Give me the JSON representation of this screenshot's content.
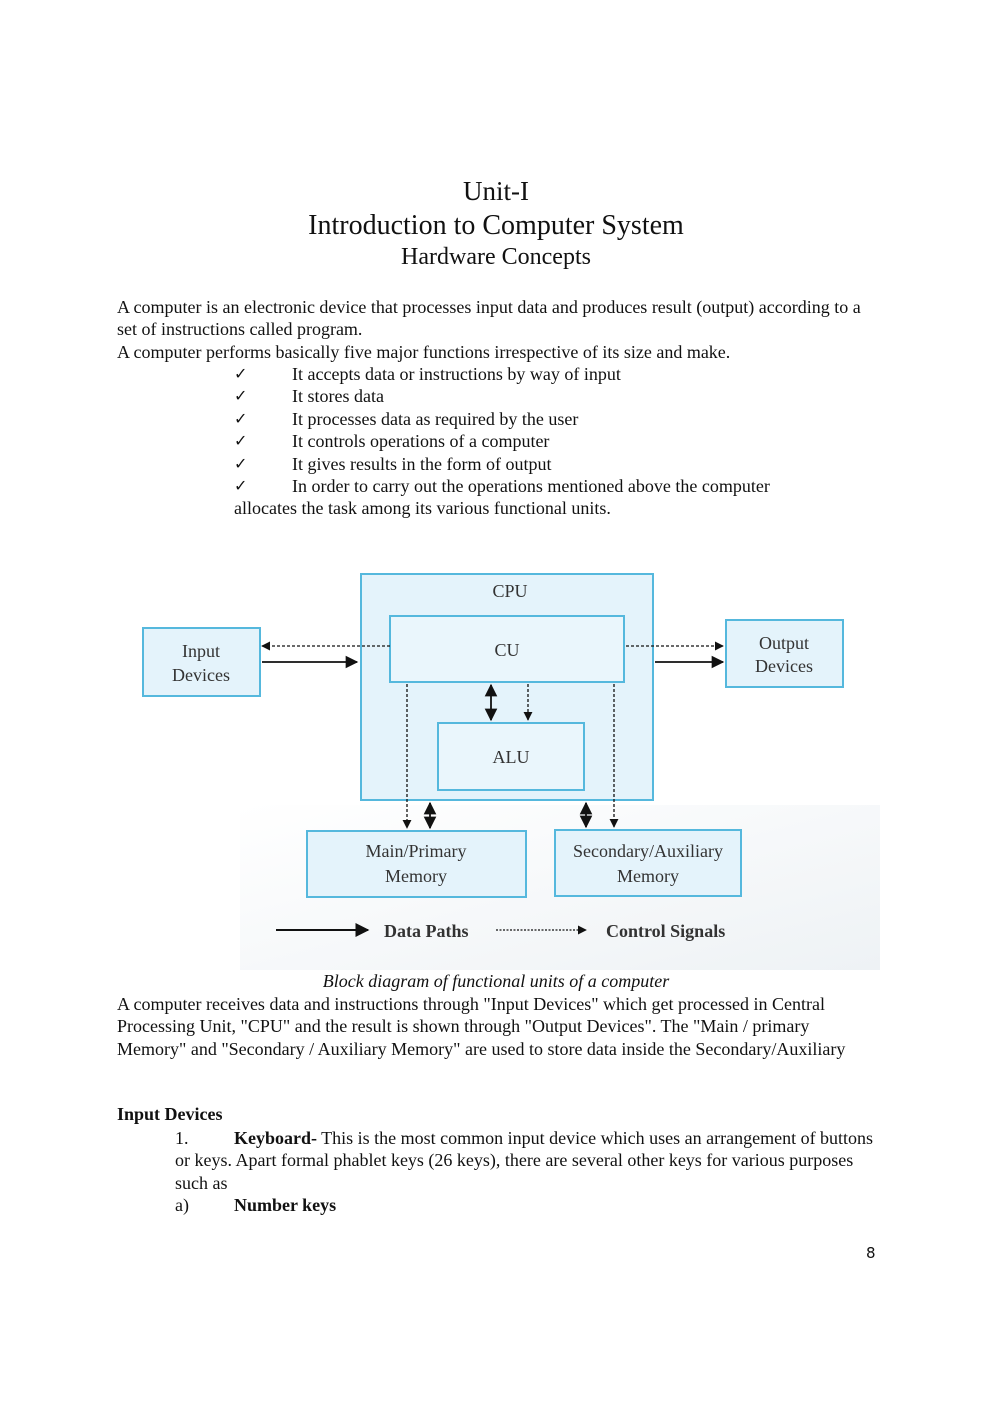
{
  "header": {
    "unit": "Unit-I",
    "title": "Introduction to Computer System",
    "subtitle": "Hardware Concepts"
  },
  "intro": {
    "line1": "A computer is an electronic device that processes input data and produces result (output) according to a set of instructions called program.",
    "line2": "A computer performs basically five major functions irrespective of its size and make."
  },
  "functions": [
    "It accepts data or instructions by way of input",
    "It stores data",
    "It processes data as required by the user",
    "It controls operations of a computer",
    "It gives results in the form of output",
    "In order to carry out the operations mentioned above the computer"
  ],
  "functions_continuation": "allocates the task among its various functional units.",
  "diagram": {
    "cpu": "CPU",
    "cu": "CU",
    "alu": "ALU",
    "input_line1": "Input",
    "input_line2": "Devices",
    "output_line1": "Output",
    "output_line2": "Devices",
    "main_line1": "Main/Primary",
    "main_line2": "Memory",
    "secondary_line1": "Secondary/Auxiliary",
    "secondary_line2": "Memory",
    "legend_data": "Data Paths",
    "legend_control": "Control Signals",
    "colors": {
      "box_fill": "#e4f3fb",
      "box_stroke": "#55b8dd",
      "text": "#333333"
    }
  },
  "caption": "Block diagram of functional units of a computer",
  "explanation": " A computer receives data and instructions through \"Input Devices\" which get processed in Central Processing Unit, \"CPU\" and the result is shown through \"Output Devices\". The \"Main / primary Memory\" and \"Secondary / Auxiliary Memory\" are used to store data inside the Secondary/Auxiliary",
  "input_devices": {
    "heading": "Input Devices",
    "item1_number": "1.",
    "item1_title": "Keyboard-",
    "item1_text": " This is the most common input device which uses an arrangement of buttons or keys.  Apart formal phablet keys (26 keys), there are several other keys for various purposes such as",
    "sub_a_label": "a)",
    "sub_a_title": "Number keys"
  },
  "page_number": "8"
}
